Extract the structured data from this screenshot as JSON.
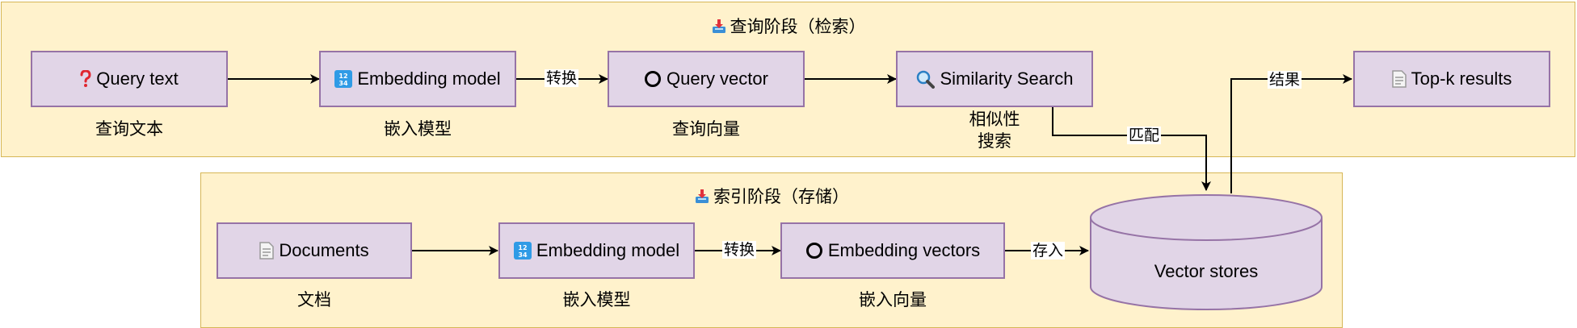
{
  "query_phase": {
    "title": "查询阶段（检索）",
    "nodes": {
      "query_text": {
        "label": "Query text",
        "caption": "查询文本",
        "icon": "question-mark-icon"
      },
      "embedding_model": {
        "label": "Embedding model",
        "caption": "嵌入模型",
        "icon": "number-keypad-icon"
      },
      "query_vector": {
        "label": "Query vector",
        "caption": "查询向量",
        "icon": "circle-icon"
      },
      "similarity_search": {
        "label": "Similarity Search",
        "caption_line1": "相似性",
        "caption_line2": "搜索",
        "icon": "magnifier-icon"
      },
      "top_k": {
        "label": "Top-k results",
        "icon": "document-icon"
      }
    },
    "edge_labels": {
      "convert": "转换",
      "match": "匹配",
      "result": "结果"
    }
  },
  "index_phase": {
    "title": "索引阶段（存储）",
    "nodes": {
      "documents": {
        "label": "Documents",
        "caption": "文档",
        "icon": "document-icon"
      },
      "embedding_model": {
        "label": "Embedding model",
        "caption": "嵌入模型",
        "icon": "number-keypad-icon"
      },
      "embedding_vectors": {
        "label": "Embedding vectors",
        "caption": "嵌入向量",
        "icon": "circle-icon"
      }
    },
    "edge_labels": {
      "convert": "转换",
      "store": "存入"
    }
  },
  "vector_store": {
    "label": "Vector stores"
  },
  "colors": {
    "panel_fill": "#fff2cc",
    "panel_border": "#d6b656",
    "node_fill": "#e1d5e7",
    "node_border": "#9673a6"
  }
}
